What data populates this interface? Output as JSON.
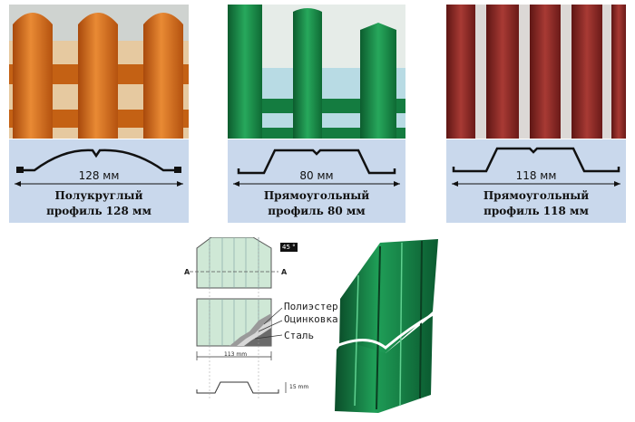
{
  "panels": [
    {
      "id": "semicircle",
      "dimension": "128 мм",
      "caption_line1": "Полукруглый",
      "caption_line2": "профиль 128 мм",
      "color": "#cc6a1c"
    },
    {
      "id": "rect80",
      "dimension": "80 мм",
      "caption_line1": "Прямоугольный",
      "caption_line2": "профиль 80 мм",
      "color": "#168a4a"
    },
    {
      "id": "rect118",
      "dimension": "118 мм",
      "caption_line1": "Прямоугольный",
      "caption_line2": "профиль 118 мм",
      "color": "#8c2a26"
    }
  ],
  "diagram": {
    "angle_tag": "45 °",
    "section_mark": "A",
    "layer_labels": [
      "Полиэстер",
      "Оцинковка",
      "Сталь"
    ],
    "width_dim": "113 mm",
    "depth_dim": "15 mm"
  }
}
